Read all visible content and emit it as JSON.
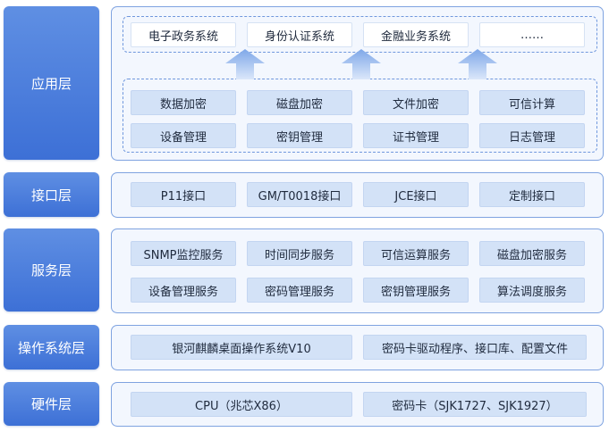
{
  "layers": [
    {
      "label": "应用层"
    },
    {
      "label": "接口层"
    },
    {
      "label": "服务层"
    },
    {
      "label": "操作系统层"
    },
    {
      "label": "硬件层"
    }
  ],
  "application": {
    "top_row": [
      "电子政务系统",
      "身份认证系统",
      "金融业务系统",
      "……"
    ],
    "security_row1": [
      "数据加密",
      "磁盘加密",
      "文件加密",
      "可信计算"
    ],
    "security_row2": [
      "设备管理",
      "密钥管理",
      "证书管理",
      "日志管理"
    ]
  },
  "interface": [
    "P11接口",
    "GM/T0018接口",
    "JCE接口",
    "定制接口"
  ],
  "service": {
    "row1": [
      "SNMP监控服务",
      "时间同步服务",
      "可信运算服务",
      "磁盘加密服务"
    ],
    "row2": [
      "设备管理服务",
      "密码管理服务",
      "密钥管理服务",
      "算法调度服务"
    ]
  },
  "os": [
    "银河麒麟桌面操作系统V10",
    "密码卡驱动程序、接口库、配置文件"
  ],
  "hardware": [
    "CPU（兆芯X86）",
    "密码卡（SJK1727、SJK1927）"
  ],
  "colors": {
    "layer_label": "#4a7ddc",
    "panel_bg": "#f3f7fe",
    "panel_border": "#7fa3e0",
    "box_bg": "#d3e2f7",
    "arrow": "#8fb4ec"
  }
}
